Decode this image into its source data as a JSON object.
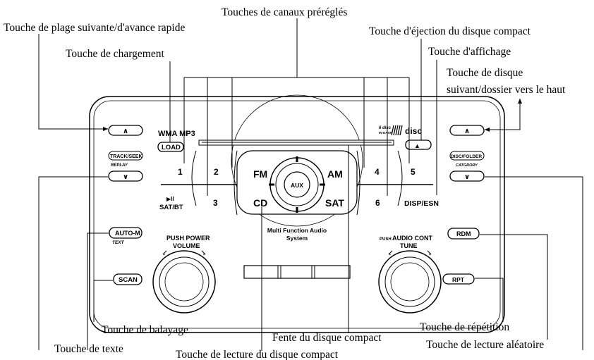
{
  "callouts": {
    "preset": "Touches de canaux préréglés",
    "track_up": "Touche de plage suivante/d'avance rapide",
    "eject": "Touche d'éjection du disque compact",
    "load": "Touche de chargement",
    "display": "Touche d'affichage",
    "disc_up_1": "Touche de disque",
    "disc_up_2": "suivant/dossier vers le haut",
    "scan": "Touche de balayage",
    "slot": "Fente du disque compact",
    "repeat": "Touche de répétition",
    "text": "Touche de texte",
    "cd_play": "Touche de lecture du disque compact",
    "random": "Touche de lecture aléatoire"
  },
  "panel": {
    "wma_mp3": "WMA MP3",
    "load": "LOAD",
    "disc_logo_top": "6 disc",
    "disc_logo_sub": "IN-DASH",
    "disc_logo": "disc",
    "eject_glyph": "▲",
    "up_glyph": "∧",
    "down_glyph": "∨",
    "track_seek": "TRACK/SEEK",
    "replay": "REPLAY",
    "disc_folder": "DISC/FOLDER",
    "category": "CATGRORY",
    "presets": [
      "1",
      "2",
      "3",
      "4",
      "5",
      "6"
    ],
    "play_pause": "▶II",
    "sat_bt": "SAT/BT",
    "disp_esn": "DISP/ESN",
    "fm": "FM",
    "am": "AM",
    "cd": "CD",
    "sat": "SAT",
    "aux": "AUX",
    "mfa_1": "Multi Function Audio",
    "mfa_2": "System",
    "auto_m": "AUTO-M",
    "text": "TEXT",
    "scan": "SCAN",
    "rdm": "RDM",
    "rpt": "RPT",
    "push_power": "PUSH POWER",
    "volume": "VOLUME",
    "push_audio_cont_small": "PUSH",
    "push_audio_cont": "AUDIO CONT",
    "tune": "TUNE"
  }
}
